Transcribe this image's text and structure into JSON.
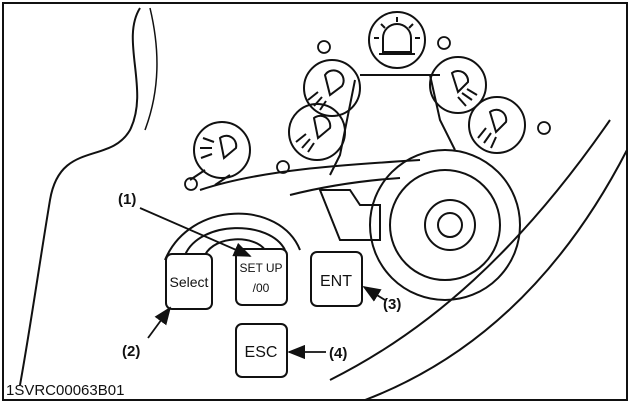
{
  "diagram": {
    "buttons": {
      "select": "Select",
      "setup_line1": "SET UP",
      "setup_line2": "/00",
      "ent": "ENT",
      "esc": "ESC"
    },
    "callouts": {
      "c1": "(1)",
      "c2": "(2)",
      "c3": "(3)",
      "c4": "(4)"
    },
    "figure_code": "1SVRC00063B01",
    "icons": [
      "beacon-icon",
      "work-light-icon"
    ],
    "colors": {
      "line": "#111111",
      "background": "#ffffff"
    }
  }
}
